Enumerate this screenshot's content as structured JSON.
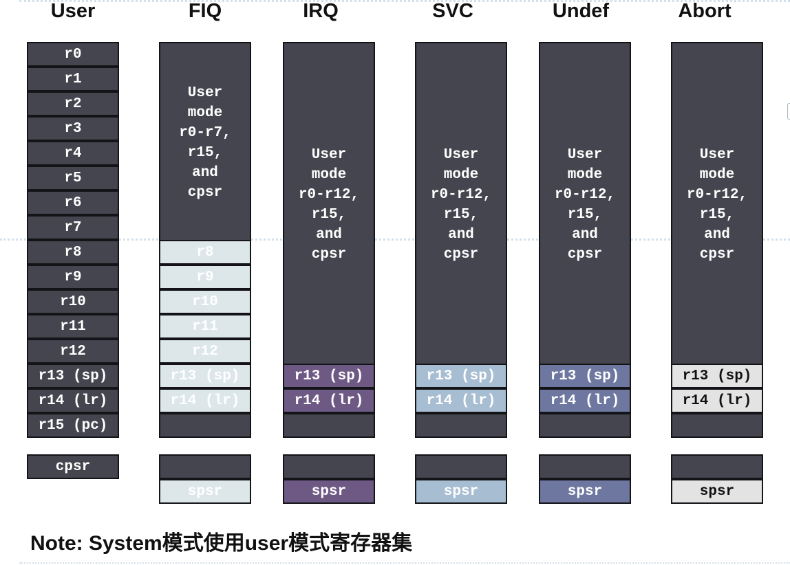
{
  "modes": [
    {
      "key": "user",
      "title": "User"
    },
    {
      "key": "fiq",
      "title": "FIQ"
    },
    {
      "key": "irq",
      "title": "IRQ"
    },
    {
      "key": "svc",
      "title": "SVC"
    },
    {
      "key": "undef",
      "title": "Undef"
    },
    {
      "key": "abort",
      "title": "Abort"
    }
  ],
  "user_registers": [
    "r0",
    "r1",
    "r2",
    "r3",
    "r4",
    "r5",
    "r6",
    "r7",
    "r8",
    "r9",
    "r10",
    "r11",
    "r12",
    "r13 (sp)",
    "r14 (lr)",
    "r15 (pc)"
  ],
  "user_cpsr": "cpsr",
  "fiq": {
    "shared_text": "User\nmode\nr0-r7,\nr15,\nand\ncpsr",
    "banked": [
      "r8",
      "r9",
      "r10",
      "r11",
      "r12",
      "r13 (sp)",
      "r14 (lr)"
    ],
    "spsr": "spsr",
    "color": "#dde7ea"
  },
  "irq": {
    "shared_text": "User\nmode\nr0-r12,\nr15,\nand\ncpsr",
    "banked": [
      "r13 (sp)",
      "r14 (lr)"
    ],
    "spsr": "spsr",
    "color": "#6e5985"
  },
  "svc": {
    "shared_text": "User\nmode\nr0-r12,\nr15,\nand\ncpsr",
    "banked": [
      "r13 (sp)",
      "r14 (lr)"
    ],
    "spsr": "spsr",
    "color": "#a7bdd2"
  },
  "undef": {
    "shared_text": "User\nmode\nr0-r12,\nr15,\nand\ncpsr",
    "banked": [
      "r13 (sp)",
      "r14 (lr)"
    ],
    "spsr": "spsr",
    "color": "#6d77a0"
  },
  "abort": {
    "shared_text": "User\nmode\nr0-r12,\nr15,\nand\ncpsr",
    "banked": [
      "r13 (sp)",
      "r14 (lr)"
    ],
    "spsr": "spsr",
    "color": "#e3e3e3"
  },
  "note": "Note: System模式使用user模式寄存器集"
}
